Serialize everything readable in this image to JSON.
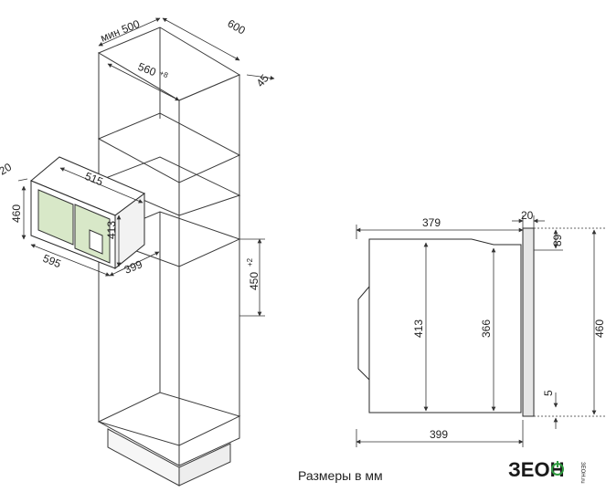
{
  "cabinet_dims": {
    "min_depth": "мин 500",
    "width": "600",
    "niche_width": "560",
    "niche_width_tol": "+8",
    "wall_offset": "45",
    "niche_height": "450",
    "niche_height_tol": "+2"
  },
  "oven_dims": {
    "front_depth": "20",
    "body_width": "515",
    "height": "460",
    "body_height": "413",
    "front_width": "595",
    "body_depth": "399"
  },
  "side_dims": {
    "depth_top": "379",
    "panel": "20",
    "gap_top": "89",
    "height_413": "413",
    "height_366": "366",
    "height_460": "460",
    "bottom_5": "5",
    "depth_bottom": "399"
  },
  "caption": "Размеры в мм",
  "brand": {
    "logo_text": "ЗЕОН",
    "sub_text": "ЗЕОН.ru"
  },
  "colors": {
    "line": "#3a3a3a",
    "oven_green": "#d8e8c8",
    "accent": "#2f9c3f"
  }
}
